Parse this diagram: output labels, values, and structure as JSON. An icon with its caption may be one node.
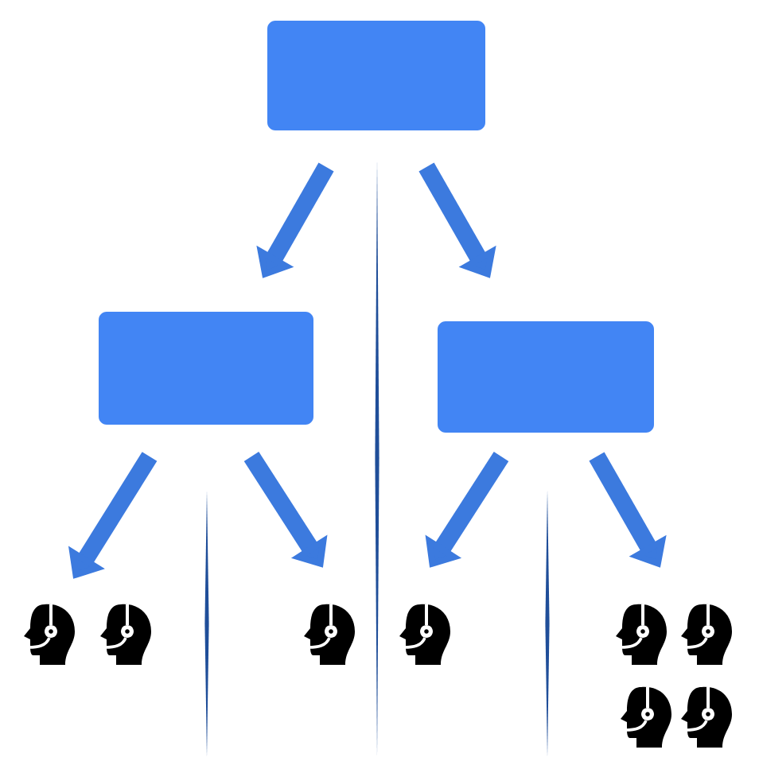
{
  "diagram": {
    "nodes": [
      {
        "text": [],
        "shape": "box"
      },
      {
        "text": [],
        "shape": "box"
      },
      {
        "text": [],
        "shape": "box"
      },
      {
        "text": [],
        "shape": "person"
      },
      {
        "text": [],
        "shape": "person"
      },
      {
        "text": [],
        "shape": "person"
      },
      {
        "text": [],
        "shape": "person"
      },
      {
        "text": [],
        "shape": "person"
      },
      {
        "text": [],
        "shape": "person"
      },
      {
        "text": [],
        "shape": "person"
      },
      {
        "text": [],
        "shape": "person"
      }
    ],
    "edges": [
      {
        "from": 0,
        "to": 1,
        "arrow": "to"
      },
      {
        "from": 0,
        "to": 2,
        "arrow": "to"
      },
      {
        "from": 1,
        "to": 3,
        "arrow": "to"
      },
      {
        "from": 1,
        "to": 5,
        "arrow": "to"
      },
      {
        "from": 2,
        "to": 6,
        "arrow": "to"
      },
      {
        "from": 2,
        "to": 7,
        "arrow": "to"
      }
    ]
  }
}
